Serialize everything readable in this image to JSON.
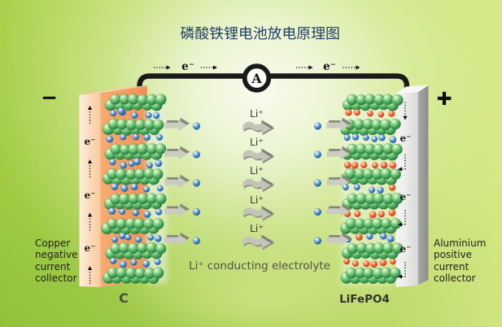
{
  "title": {
    "text": "磷酸铁锂电池放电原理图"
  },
  "circuit": {
    "ammeter_label": "A",
    "electron_label": "e⁻"
  },
  "terminals": {
    "negative_sign": "−",
    "positive_sign": "+"
  },
  "anode": {
    "material_label": "C",
    "collector_label": "Copper negative current collector",
    "electron_label": "e⁻"
  },
  "cathode": {
    "material_label": "LiFePO4",
    "collector_label": "Aluminium positive current collector",
    "electron_label": "e⁻"
  },
  "electrolyte": {
    "ion_label": "Li⁺",
    "caption": "Li⁺ conducting electrolyte"
  },
  "colors": {
    "background_green": "#a5cf47",
    "background_light": "#f3f9e6",
    "title": "#1f3e66",
    "copper": "#f8ab70",
    "aluminium": "#d8d8d6",
    "wire": "#1a1a1a",
    "ion_blue": "#3f86ca",
    "phosphate_orange": "#f26540",
    "carbon_green": "#44a455"
  }
}
